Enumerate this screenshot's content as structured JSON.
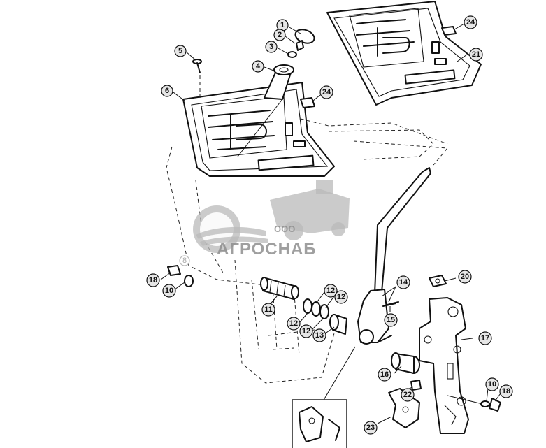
{
  "watermark": {
    "prefix": "ООО",
    "company": "АГРОСНАБ"
  },
  "callouts": [
    {
      "id": "c1",
      "label": "1"
    },
    {
      "id": "c2",
      "label": "2"
    },
    {
      "id": "c3",
      "label": "3"
    },
    {
      "id": "c4",
      "label": "4"
    },
    {
      "id": "c5",
      "label": "5"
    },
    {
      "id": "c6",
      "label": "6"
    },
    {
      "id": "c8",
      "label": "8"
    },
    {
      "id": "c10a",
      "label": "10"
    },
    {
      "id": "c10b",
      "label": "10"
    },
    {
      "id": "c11",
      "label": "11"
    },
    {
      "id": "c12a",
      "label": "12"
    },
    {
      "id": "c12b",
      "label": "12"
    },
    {
      "id": "c12c",
      "label": "12"
    },
    {
      "id": "c12d",
      "label": "12"
    },
    {
      "id": "c13",
      "label": "13"
    },
    {
      "id": "c14",
      "label": "14"
    },
    {
      "id": "c15",
      "label": "15"
    },
    {
      "id": "c16",
      "label": "16"
    },
    {
      "id": "c17",
      "label": "17"
    },
    {
      "id": "c18a",
      "label": "18"
    },
    {
      "id": "c18b",
      "label": "18"
    },
    {
      "id": "c20",
      "label": "20"
    },
    {
      "id": "c21",
      "label": "21"
    },
    {
      "id": "c22",
      "label": "22"
    },
    {
      "id": "c23",
      "label": "23"
    },
    {
      "id": "c24a",
      "label": "24"
    },
    {
      "id": "c24b",
      "label": "24"
    }
  ]
}
